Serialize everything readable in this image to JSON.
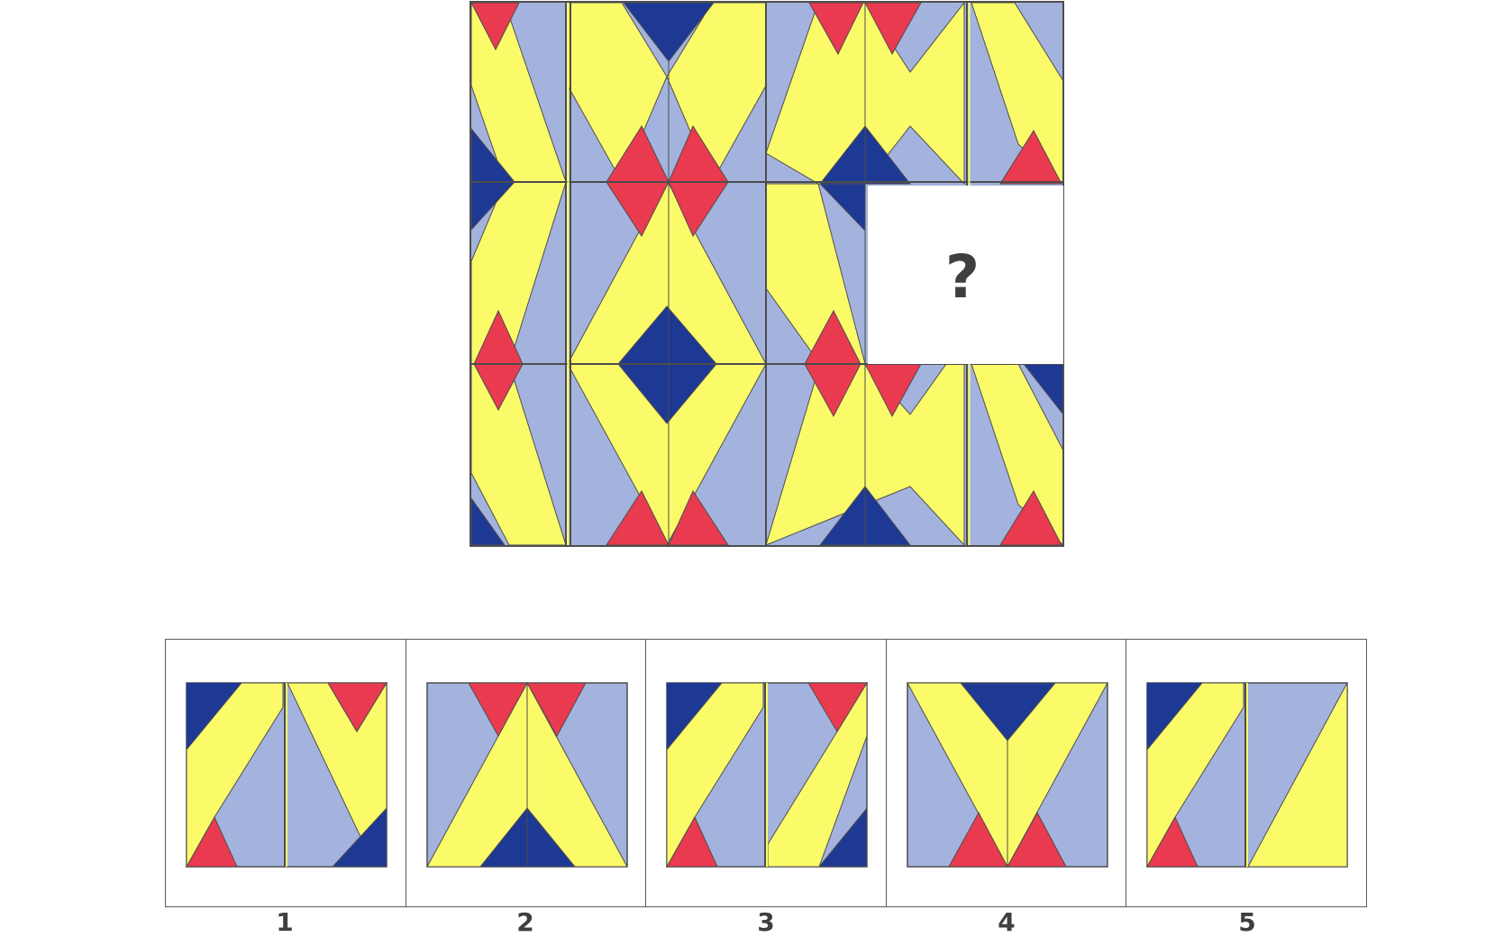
{
  "puzzle": {
    "missing_mark": "?",
    "colors": {
      "yellow": "#fbfb6a",
      "lavender": "#a4b3dd",
      "red": "#e93a4f",
      "navy": "#1e3994",
      "line": "#4d4d4d"
    }
  },
  "answers": [
    {
      "label": "1"
    },
    {
      "label": "2"
    },
    {
      "label": "3"
    },
    {
      "label": "4"
    },
    {
      "label": "5"
    }
  ]
}
